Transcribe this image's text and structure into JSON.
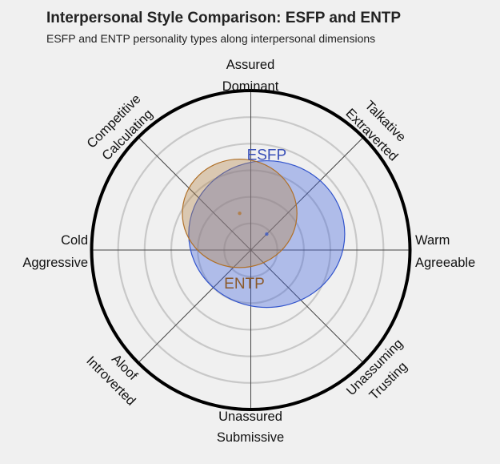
{
  "title": "Interpersonal Style Comparison: ESFP and ENTP",
  "subtitle": "ESFP and ENTP personality types along interpersonal dimensions",
  "chart_data": {
    "type": "scatter",
    "subtype": "interpersonal-circumplex",
    "grid": true,
    "axis_labels": {
      "top": [
        "Assured",
        "Dominant"
      ],
      "bottom": [
        "Unassured",
        "Submissive"
      ],
      "left": [
        "Cold",
        "Aggressive"
      ],
      "right": [
        "Warm",
        "Agreeable"
      ],
      "top_left": [
        "Competitive",
        "Calculating"
      ],
      "top_right": [
        "Talkative",
        "Extraverted"
      ],
      "bottom_left": [
        "Aloof",
        "Introverted"
      ],
      "bottom_right": [
        "Unassuming",
        "Trusting"
      ]
    },
    "series": [
      {
        "name": "ESFP",
        "x": 0.1,
        "y": 0.1,
        "rx": 0.49,
        "ry": 0.46,
        "color": "#3355cc",
        "fill": "#4466dd"
      },
      {
        "name": "ENTP",
        "x": -0.07,
        "y": 0.23,
        "rx": 0.36,
        "ry": 0.34,
        "color": "#b07028",
        "fill": "#b5854a"
      }
    ]
  }
}
